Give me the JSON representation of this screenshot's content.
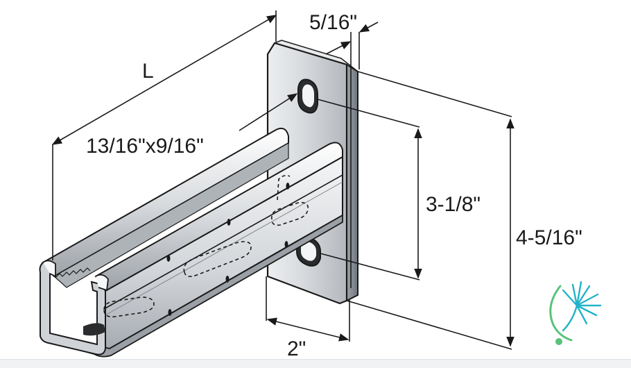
{
  "dimensions": {
    "length": "L",
    "thickness": "5/16\"",
    "slot": "13/16\"x9/16\"",
    "hole_spacing": "3-1/8\"",
    "plate_height": "4-5/16\"",
    "plate_width": "2\""
  },
  "colors": {
    "line": "#1a1a1a",
    "steel_light": "#f2f3f4",
    "steel_mid": "#c9ccd0",
    "steel_dark": "#8d9298",
    "logo_teal": "#22b3c9",
    "logo_green": "#58c27a"
  },
  "logo": {
    "icon": "dandelion-logo-icon"
  }
}
